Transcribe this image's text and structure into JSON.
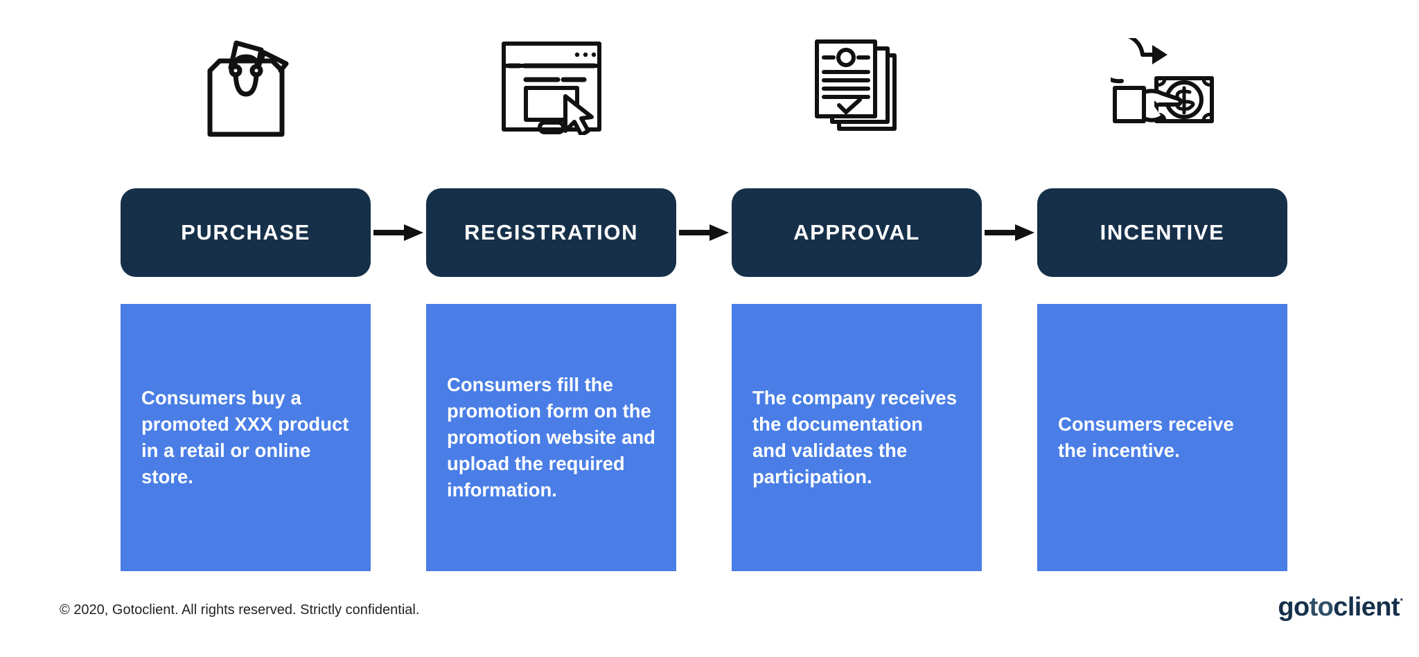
{
  "document": {
    "type": "process-diagram",
    "title": "Promotion participation process",
    "background": "#ffffff"
  },
  "colors": {
    "pill_navy": "#16304a",
    "panel_blue": "#4a7ee6",
    "icon_black": "#111111",
    "text_white": "#ffffff",
    "footer_text": "#222222"
  },
  "steps": [
    {
      "icon": "shopping-bag-icon",
      "label": "PURCHASE",
      "arrow": true,
      "text_parts": [
        {
          "t": "Consumers buy a ",
          "b": false
        },
        {
          "t": "promoted XXX product",
          "b": true
        },
        {
          "t": " in a retail or online store.",
          "b": false
        }
      ]
    },
    {
      "icon": "browser-window-cursor-icon",
      "label": "REGISTRATION",
      "arrow": true,
      "text_parts": [
        {
          "t": "Consumers fill the ",
          "b": false
        },
        {
          "t": "promotion form",
          "b": true
        },
        {
          "t": " on the ",
          "b": false
        },
        {
          "t": "promotion website",
          "b": true
        },
        {
          "t": " and upload the ",
          "b": false
        },
        {
          "t": "required information.",
          "b": true
        }
      ]
    },
    {
      "icon": "documents-check-icon",
      "label": "APPROVAL",
      "arrow": true,
      "text_parts": [
        {
          "t": "The company receives the documentation and ",
          "b": false
        },
        {
          "t": "validates the participation.",
          "b": true
        }
      ]
    },
    {
      "icon": "cashback-hand-money-icon",
      "label": "INCENTIVE",
      "arrow": false,
      "text_parts": [
        {
          "t": "Consumers ",
          "b": false
        },
        {
          "t": "receive the incentive.",
          "b": true
        }
      ]
    }
  ],
  "footer": {
    "copyright": "© 2020, Gotoclient. All rights reserved. Strictly confidential.",
    "logo": {
      "pre": "go",
      "mid": "to",
      "post": "client",
      "mark": "·"
    }
  }
}
